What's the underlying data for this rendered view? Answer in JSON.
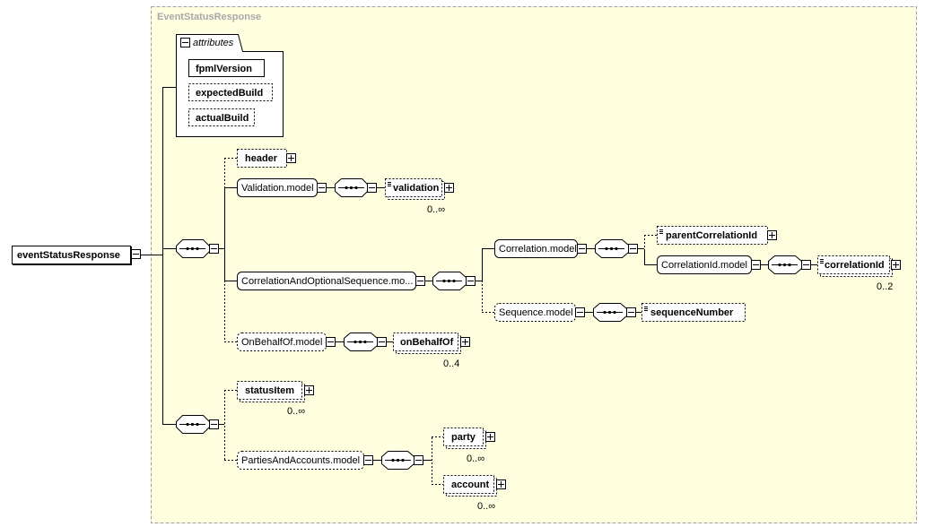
{
  "diagram": {
    "title": "EventStatusResponse",
    "root": {
      "label": "eventStatusResponse"
    },
    "attributes": {
      "caption": "attributes",
      "items": [
        "fpmlVersion",
        "expectedBuild",
        "actualBuild"
      ]
    },
    "elements": {
      "header": "header",
      "validation_model": "Validation.model",
      "validation": "validation",
      "validation_occ": "0..∞",
      "corr_opt_seq_model": "CorrelationAndOptionalSequence.mo...",
      "correlation_model": "Correlation.model",
      "parent_correlation_id": "parentCorrelationId",
      "correlation_id_model": "CorrelationId.model",
      "correlation_id": "correlationId",
      "correlation_id_occ": "0..2",
      "sequence_model": "Sequence.model",
      "sequence_number": "sequenceNumber",
      "on_behalf_of_model": "OnBehalfOf.model",
      "on_behalf_of": "onBehalfOf",
      "on_behalf_of_occ": "0..4",
      "status_item": "statusItem",
      "status_item_occ": "0..∞",
      "parties_accounts_model": "PartiesAndAccounts.model",
      "party": "party",
      "party_occ": "0..∞",
      "account": "account",
      "account_occ": "0..∞"
    },
    "colors": {
      "background": "#ffffe0",
      "node_fill": "#ffffff",
      "line": "#000000",
      "frame_border": "#a0a0a0",
      "title": "#a8a8a8"
    }
  }
}
